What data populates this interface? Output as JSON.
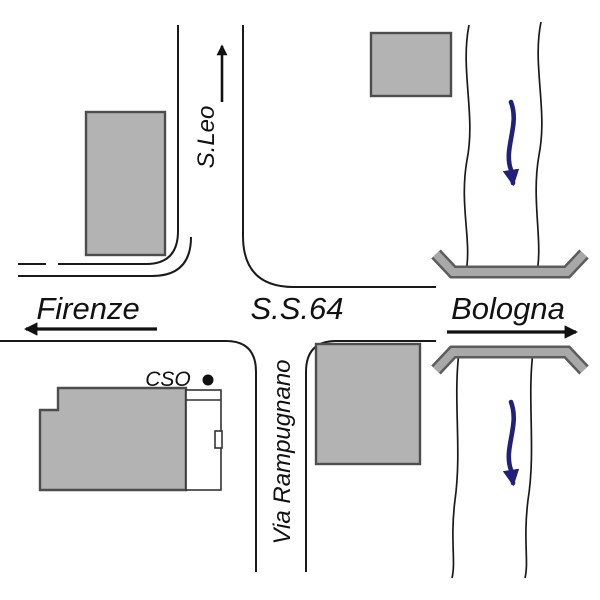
{
  "map": {
    "labels": {
      "north_road": "S.Leo",
      "west_destination": "Firenze",
      "main_road": "S.S.64",
      "east_destination": "Bologna",
      "south_road": "Via Rampugnano",
      "poi": "CSO"
    },
    "colors": {
      "background": "#ffffff",
      "road_line": "#1a1a1a",
      "building_fill": "#b3b3b3",
      "building_stroke": "#4d4d4d",
      "annex_fill": "#ffffff",
      "bridge_fill": "#a8a8a8",
      "bridge_outline": "#5c5c5c",
      "river_line": "#1a1a1a",
      "flow_arrow": "#20207c",
      "direction_arrow": "#111111"
    }
  }
}
